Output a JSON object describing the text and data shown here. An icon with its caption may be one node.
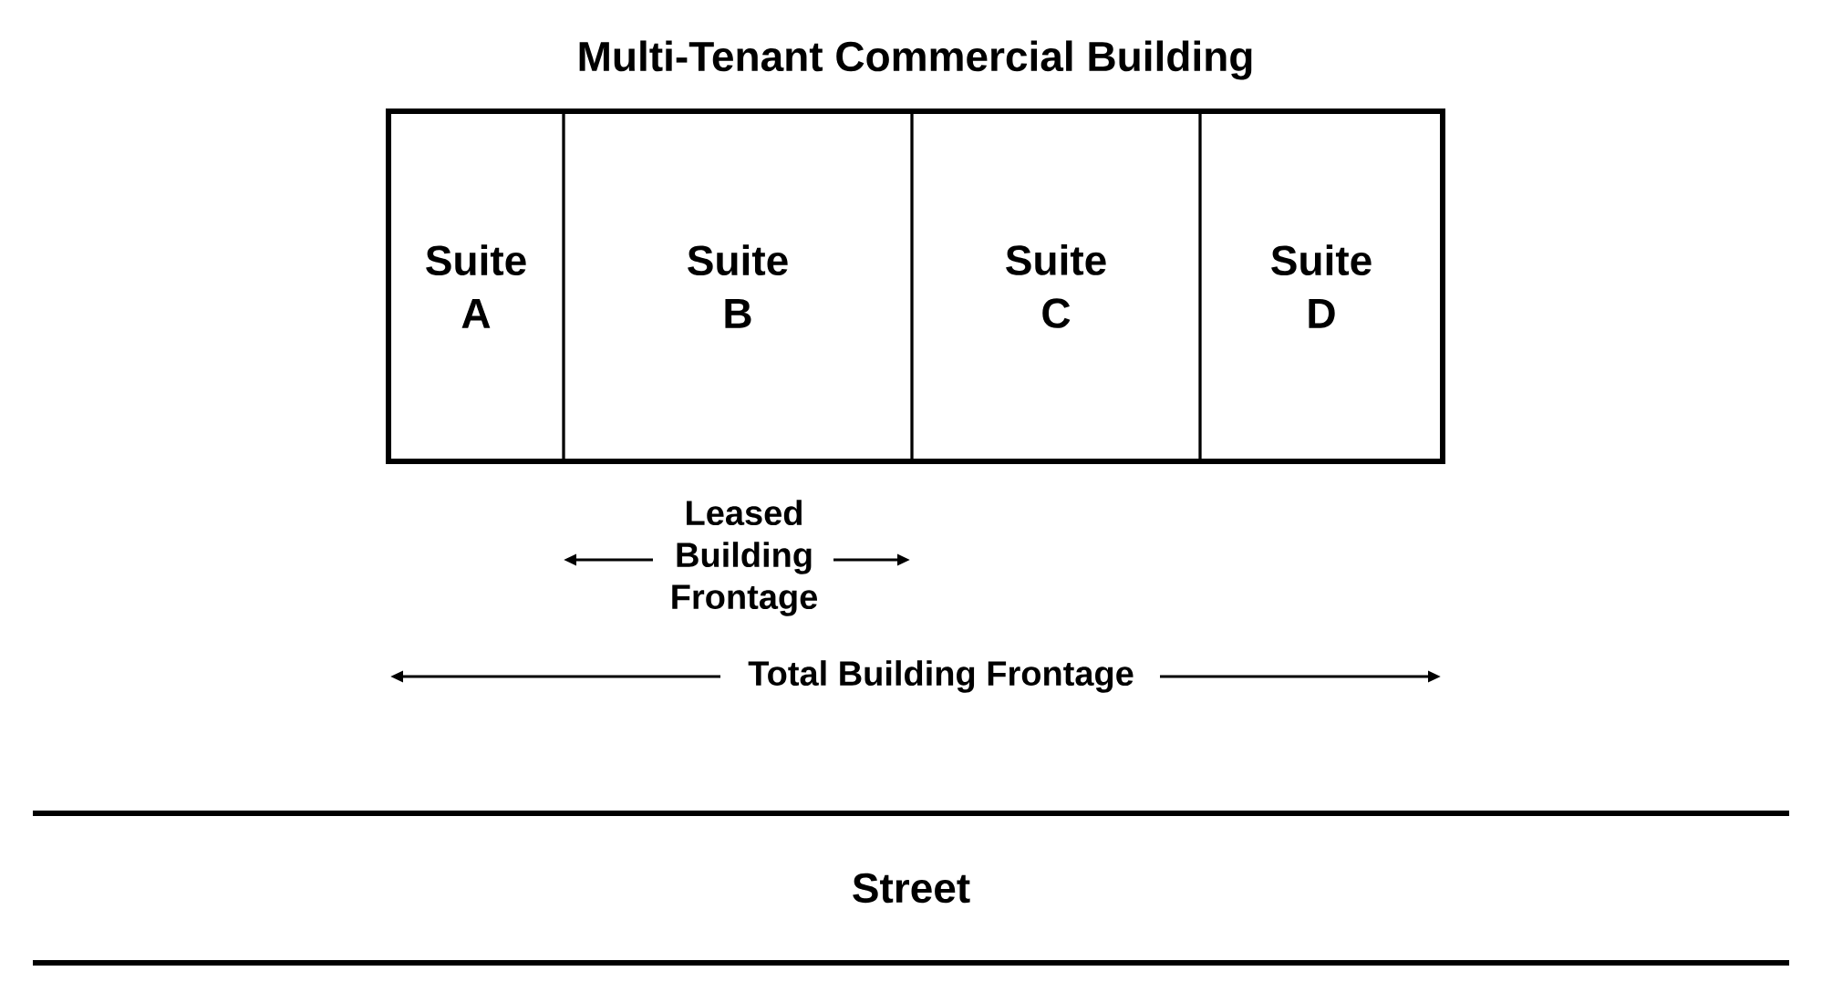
{
  "diagram": {
    "title": "Multi-Tenant Commercial Building",
    "nodes": [
      {
        "text": [],
        "shape": "box"
      },
      {
        "text": [
          "Suite A"
        ],
        "in": 0
      },
      {
        "text": [
          "Suite B"
        ],
        "in": 0
      },
      {
        "text": [
          "Suite C"
        ],
        "in": 0
      },
      {
        "text": [
          "Suite D"
        ],
        "in": 0
      },
      {
        "text": [
          "Street"
        ]
      }
    ],
    "labels": [
      "Leased Building Frontage",
      "Total Building Frontage"
    ]
  }
}
